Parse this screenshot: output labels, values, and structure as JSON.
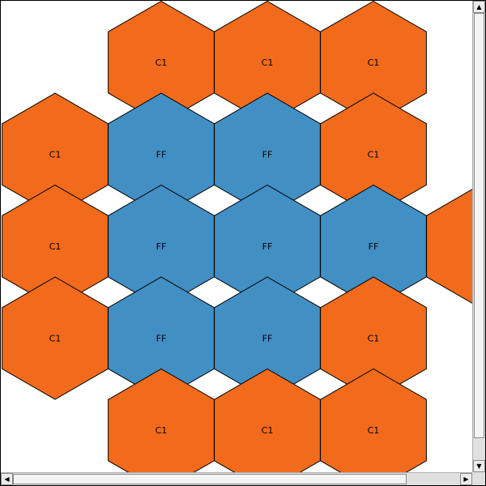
{
  "colors": {
    "outer": "#f26b1d",
    "inner": "#428fc4",
    "border": "#000000"
  },
  "scrollbars": {
    "up_icon": "▲",
    "down_icon": "▼",
    "left_icon": "◀",
    "right_icon": "▶"
  },
  "hex_grid": {
    "cells": [
      {
        "q": 1,
        "r": 0,
        "label": "C1",
        "kind": "outer"
      },
      {
        "q": 2,
        "r": 0,
        "label": "C1",
        "kind": "outer"
      },
      {
        "q": 3,
        "r": 0,
        "label": "C1",
        "kind": "outer"
      },
      {
        "q": 0,
        "r": 1,
        "label": "C1",
        "kind": "outer"
      },
      {
        "q": 1,
        "r": 1,
        "label": "FF",
        "kind": "inner"
      },
      {
        "q": 2,
        "r": 1,
        "label": "FF",
        "kind": "inner"
      },
      {
        "q": 3,
        "r": 1,
        "label": "C1",
        "kind": "outer"
      },
      {
        "q": 0,
        "r": 2,
        "label": "C1",
        "kind": "outer"
      },
      {
        "q": 1,
        "r": 2,
        "label": "FF",
        "kind": "inner"
      },
      {
        "q": 2,
        "r": 2,
        "label": "FF",
        "kind": "inner"
      },
      {
        "q": 3,
        "r": 2,
        "label": "FF",
        "kind": "inner"
      },
      {
        "q": 4,
        "r": 2,
        "label": "",
        "kind": "outer"
      },
      {
        "q": 0,
        "r": 3,
        "label": "C1",
        "kind": "outer"
      },
      {
        "q": 1,
        "r": 3,
        "label": "FF",
        "kind": "inner"
      },
      {
        "q": 2,
        "r": 3,
        "label": "FF",
        "kind": "inner"
      },
      {
        "q": 3,
        "r": 3,
        "label": "C1",
        "kind": "outer"
      },
      {
        "q": 1,
        "r": 4,
        "label": "C1",
        "kind": "outer"
      },
      {
        "q": 2,
        "r": 4,
        "label": "C1",
        "kind": "outer"
      },
      {
        "q": 3,
        "r": 4,
        "label": "C1",
        "kind": "outer"
      }
    ]
  }
}
